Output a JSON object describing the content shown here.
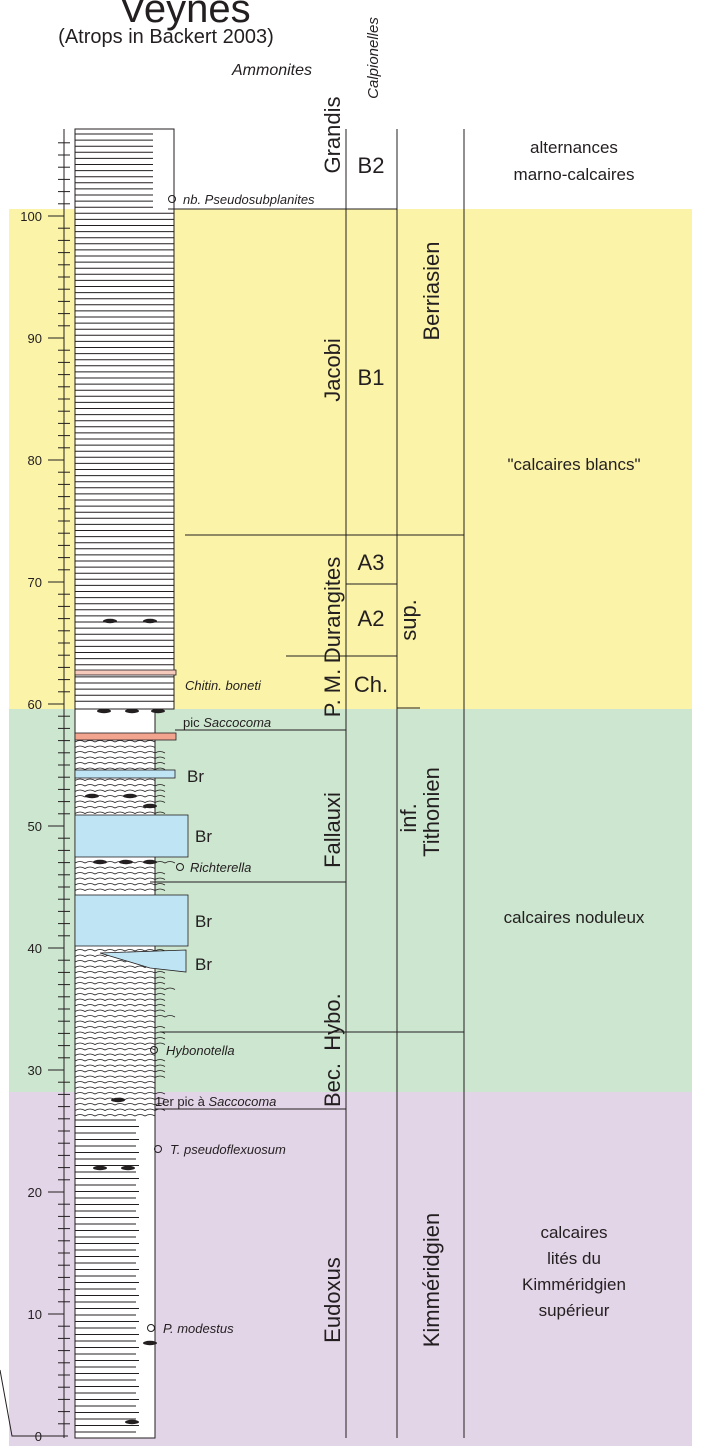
{
  "header": {
    "title": "Veynes",
    "subtitle": "(Atrops in Backert 2003)",
    "col_ammonites": "Ammonites",
    "col_calpionelles": "Calpionelles"
  },
  "axis": {
    "ticks": [
      "0",
      "10",
      "20",
      "30",
      "40",
      "50",
      "60",
      "70",
      "80",
      "90",
      "100"
    ]
  },
  "zones": {
    "grandis": "Grandis",
    "jacobi": "Jacobi",
    "durangites": "Durangites",
    "pm": "P. M.",
    "fallauxi": "Fallauxi",
    "hybo": "Hybo.",
    "bec": "Bec.",
    "eudoxus": "Eudoxus"
  },
  "calp": {
    "b2": "B2",
    "b1": "B1",
    "a3": "A3",
    "a2": "A2",
    "ch": "Ch."
  },
  "stages": {
    "berriasien": "Berriasien",
    "sup": "sup.",
    "inf": "inf.",
    "tithonien": "Tithonien",
    "kimmeridgien": "Kimméridgien"
  },
  "lithology": {
    "alternances_1": "alternances",
    "alternances_2": "marno-calcaires",
    "blancs": "\"calcaires blancs\"",
    "noduleux": "calcaires noduleux",
    "lites_1": "calcaires",
    "lites_2": "lités du",
    "lites_3": "Kimméridgien",
    "lites_4": "supérieur"
  },
  "markers": {
    "pseudosubplanites": "nb. Pseudosubplanites",
    "chitin": "Chitin. boneti",
    "pic_prefix": "pic ",
    "pic_taxon": "Saccocoma",
    "richterella": "Richterella",
    "hybonotella": "Hybonotella",
    "first_pic_prefix": "1er pic à ",
    "first_pic_taxon": "Saccocoma",
    "pseudoflexuosum": "T. pseudoflexuosum",
    "modestus": "P. modestus",
    "br": "Br"
  },
  "colors": {
    "berriasien_bg": "#fbf3a7",
    "tithonien_bg": "#cde6cf",
    "kimmeridgien_bg": "#e3d5e8",
    "breccia": "#bfe5f5",
    "red_bed": "#f3a48e",
    "chitin_bed": "#f6c9bd",
    "column_fill": "#ffffff",
    "ink": "#231f20"
  }
}
